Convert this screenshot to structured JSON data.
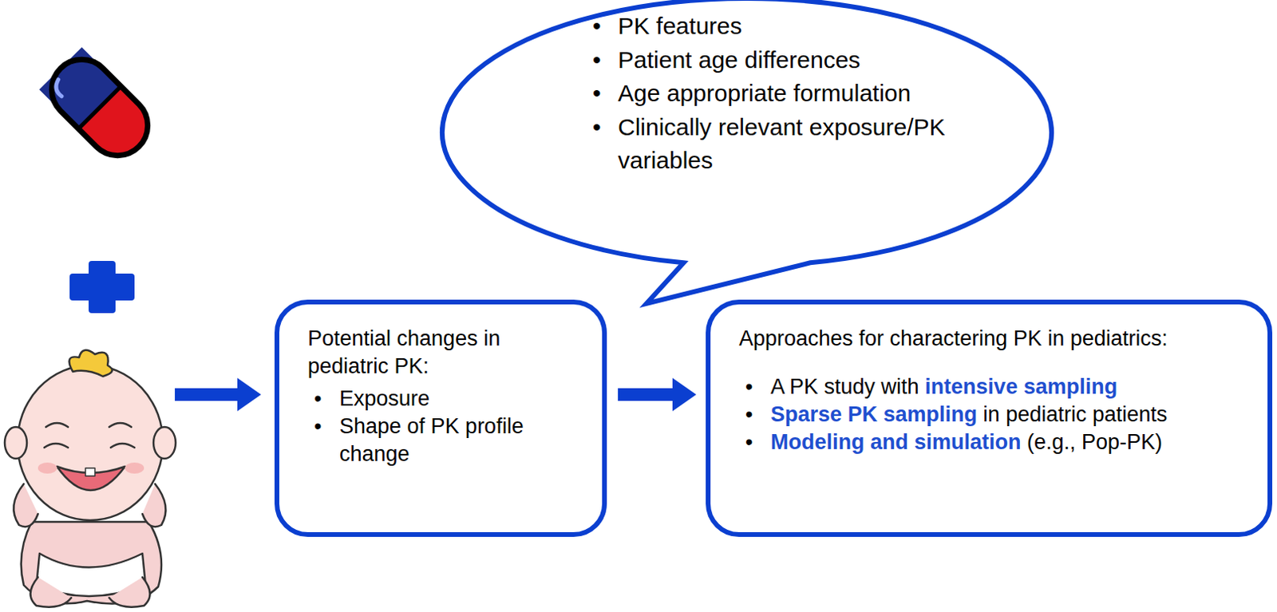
{
  "diagram": {
    "nodes": [
      {
        "text": [
          "PK features",
          "Patient age differences",
          "Age appropriate formulation",
          "Clinically relevant exposure/PK variables"
        ]
      },
      {
        "text": [
          "Potential changes in pediatric PK:",
          "Exposure",
          "Shape of PK profile change"
        ]
      },
      {
        "text": [
          "Approaches for charactering PK in pediatrics:",
          "A PK study with",
          "intensive sampling",
          "Sparse PK sampling",
          "in pediatric patients",
          "Modeling and simulation",
          "(e.g., Pop-PK)"
        ]
      }
    ],
    "edges": [
      {
        "from": 1,
        "to": 2,
        "arrow": "to"
      }
    ]
  }
}
